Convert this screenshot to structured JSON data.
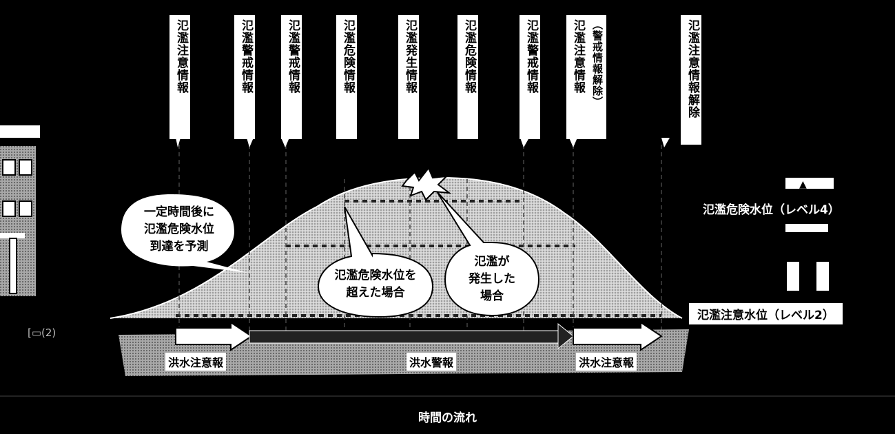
{
  "cards": [
    {
      "id": "c1",
      "text": "氾濫注意情報"
    },
    {
      "id": "c2",
      "text": "氾濫警戒情報"
    },
    {
      "id": "c3",
      "text": "氾濫警戒情報"
    },
    {
      "id": "c4",
      "text": "氾濫危険情報"
    },
    {
      "id": "c5",
      "text": "氾濫発生情報"
    },
    {
      "id": "c6",
      "text": "氾濫危険情報"
    },
    {
      "id": "c7",
      "text": "氾濫警戒情報"
    },
    {
      "id": "c8a",
      "text": "（警戒情報解除）"
    },
    {
      "id": "c8b",
      "text": "氾濫注意情報"
    },
    {
      "id": "c9",
      "text": "氾濫注意情報解除"
    }
  ],
  "bubbles": {
    "forecast": [
      "一定時間後に",
      "氾濫危険水位",
      "到達を予測"
    ],
    "exceeded": [
      "氾濫危険水位を",
      "超えた場合"
    ],
    "flooded": [
      "氾濫が",
      "発生した",
      "場合"
    ]
  },
  "levels": {
    "danger": "氾濫危険水位（レベル4）",
    "caution": "氾濫注意水位（レベル2）"
  },
  "warnings": {
    "caution_left": "洪水注意報",
    "warning": "洪水警報",
    "caution_right": "洪水注意報"
  },
  "time_axis": "時間の流れ",
  "colors": {
    "background": "#000000",
    "card": "#ffffff",
    "text": "#000000"
  }
}
